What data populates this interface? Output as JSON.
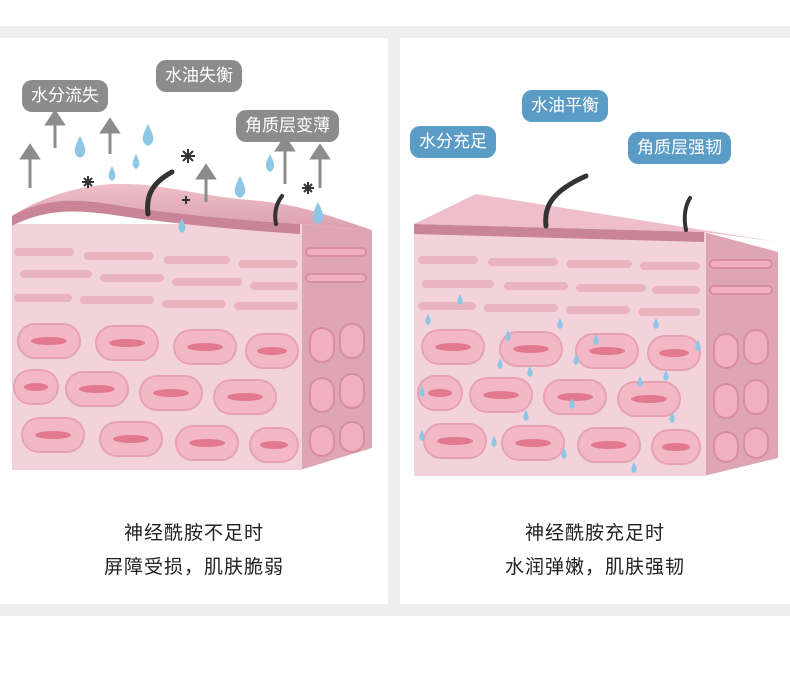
{
  "left_panel": {
    "tags": [
      "水分流失",
      "水油失衡",
      "角质层变薄"
    ],
    "caption_line1": "神经酰胺不足时",
    "caption_line2": "屏障受损，肌肤脆弱"
  },
  "right_panel": {
    "tags": [
      "水分充足",
      "水油平衡",
      "角质层强韧"
    ],
    "caption_line1": "神经酰胺充足时",
    "caption_line2": "水润弹嫩，肌肤强韧"
  },
  "colors": {
    "tag_gray": "#8c8c8c",
    "tag_blue": "#5b9cc6",
    "skin_top": "#e3aab6",
    "skin_side": "#dc9aa8",
    "cell_outer": "#f1b7c5",
    "cell_nucleus": "#e3798f",
    "water_drop": "#8ec7e6"
  },
  "icons": [
    "up-arrow-icon",
    "water-drop-icon",
    "dirt-particle-icon",
    "hair-strand-icon"
  ]
}
